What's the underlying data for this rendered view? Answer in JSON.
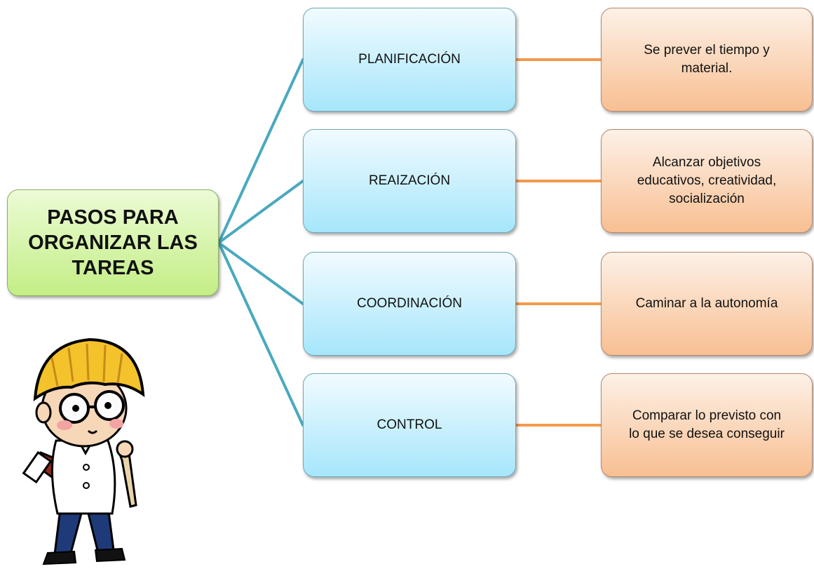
{
  "root": {
    "label": "PASOS PARA\nORGANIZAR LAS\nTAREAS"
  },
  "steps": [
    {
      "label": "PLANIFICACIÓN",
      "description": "Se prever el tiempo y\nmaterial."
    },
    {
      "label": "REAIZACIÓN",
      "description": "Alcanzar objetivos\neducativos, creatividad,\nsocialización"
    },
    {
      "label": "COORDINACIÓN",
      "description": "Caminar a la autonomía"
    },
    {
      "label": "CONTROL",
      "description": "Comparar lo previsto con\nlo que se desea conseguir"
    }
  ],
  "colors": {
    "root_fill": "#c3ee85",
    "step_fill": "#a6e6fb",
    "desc_fill": "#f8bf92",
    "connector_blue": "#4aa9bf",
    "connector_orange": "#f39a4c"
  },
  "illustration": {
    "name": "student-character-illustration"
  }
}
